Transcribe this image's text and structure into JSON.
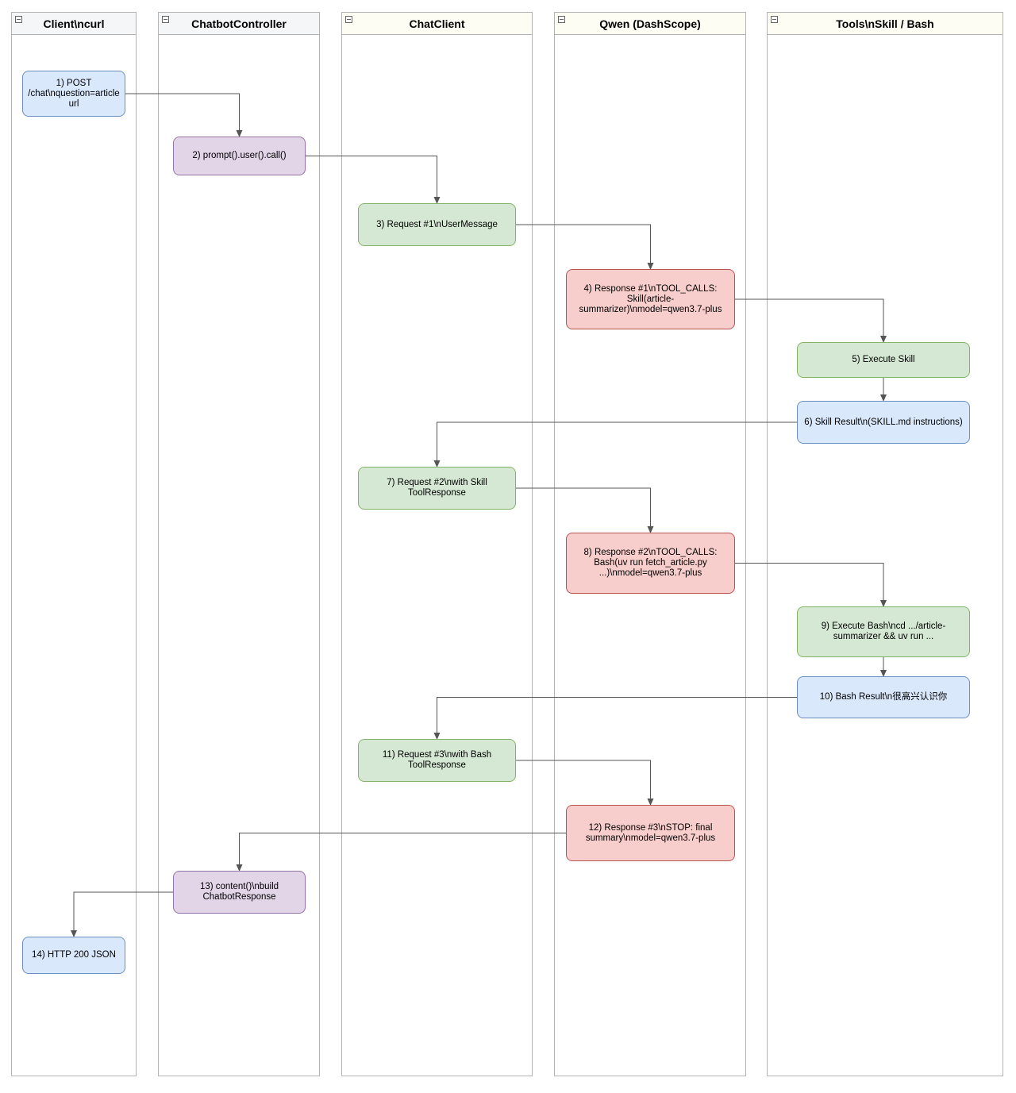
{
  "colors": {
    "blue_fill": "#dae8fc",
    "blue_stroke": "#6c8ebf",
    "purple_fill": "#e1d5e7",
    "purple_stroke": "#9673a6",
    "green_fill": "#d5e8d4",
    "green_stroke": "#82b366",
    "red_fill": "#f8cecc",
    "red_stroke": "#b85450",
    "lane_header_gray": "#f5f6f8",
    "lane_header_cream": "#fefdf4",
    "arrow": "#555555"
  },
  "lanes": [
    {
      "id": "client",
      "title": "Client\\ncurl"
    },
    {
      "id": "controller",
      "title": "ChatbotController"
    },
    {
      "id": "chatclient",
      "title": "ChatClient"
    },
    {
      "id": "qwen",
      "title": "Qwen (DashScope)"
    },
    {
      "id": "tools",
      "title": "Tools\\nSkill / Bash"
    }
  ],
  "nodes": [
    {
      "id": "n1",
      "lane": "client",
      "color": "blue",
      "label": "1) POST /chat\\nquestion=article url"
    },
    {
      "id": "n2",
      "lane": "controller",
      "color": "purple",
      "label": "2) prompt().user().call()"
    },
    {
      "id": "n3",
      "lane": "chatclient",
      "color": "green",
      "label": "3) Request #1\\nUserMessage"
    },
    {
      "id": "n4",
      "lane": "qwen",
      "color": "red",
      "label": "4) Response #1\\nTOOL_CALLS: Skill(article-summarizer)\\nmodel=qwen3.7-plus"
    },
    {
      "id": "n5",
      "lane": "tools",
      "color": "green",
      "label": "5) Execute Skill"
    },
    {
      "id": "n6",
      "lane": "tools",
      "color": "blue",
      "label": "6) Skill Result\\n(SKILL.md instructions)"
    },
    {
      "id": "n7",
      "lane": "chatclient",
      "color": "green",
      "label": "7) Request #2\\nwith Skill ToolResponse"
    },
    {
      "id": "n8",
      "lane": "qwen",
      "color": "red",
      "label": "8) Response #2\\nTOOL_CALLS: Bash(uv run fetch_article.py ...)\\nmodel=qwen3.7-plus"
    },
    {
      "id": "n9",
      "lane": "tools",
      "color": "green",
      "label": "9) Execute Bash\\ncd .../article-summarizer && uv run ..."
    },
    {
      "id": "n10",
      "lane": "tools",
      "color": "blue",
      "label": "10) Bash Result\\n很高兴认识你"
    },
    {
      "id": "n11",
      "lane": "chatclient",
      "color": "green",
      "label": "11) Request #3\\nwith Bash ToolResponse"
    },
    {
      "id": "n12",
      "lane": "qwen",
      "color": "red",
      "label": "12) Response #3\\nSTOP: final summary\\nmodel=qwen3.7-plus"
    },
    {
      "id": "n13",
      "lane": "controller",
      "color": "purple",
      "label": "13) content()\\nbuild ChatbotResponse"
    },
    {
      "id": "n14",
      "lane": "client",
      "color": "blue",
      "label": "14) HTTP 200 JSON"
    }
  ],
  "edges": [
    {
      "from": "n1",
      "to": "n2"
    },
    {
      "from": "n2",
      "to": "n3"
    },
    {
      "from": "n3",
      "to": "n4"
    },
    {
      "from": "n4",
      "to": "n5"
    },
    {
      "from": "n5",
      "to": "n6"
    },
    {
      "from": "n6",
      "to": "n7"
    },
    {
      "from": "n7",
      "to": "n8"
    },
    {
      "from": "n8",
      "to": "n9"
    },
    {
      "from": "n9",
      "to": "n10"
    },
    {
      "from": "n10",
      "to": "n11"
    },
    {
      "from": "n11",
      "to": "n12"
    },
    {
      "from": "n12",
      "to": "n13"
    },
    {
      "from": "n13",
      "to": "n14"
    }
  ]
}
